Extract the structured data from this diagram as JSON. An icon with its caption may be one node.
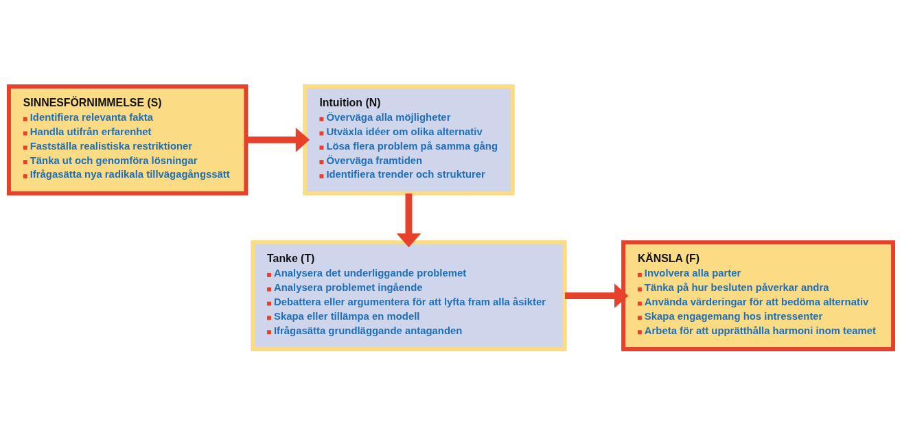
{
  "diagram": {
    "nodes": [
      {
        "text": [
          "SINNESFÖRNIMMELSE (S)",
          "Identifiera relevanta fakta",
          "Handla utifrån erfarenhet",
          "Fastställa realistiska restriktioner",
          "Tänka ut och genomföra lösningar",
          "Ifrågasätta nya radikala tillvägagångssätt"
        ]
      },
      {
        "text": [
          "Intuition (N)",
          "Överväga alla möjligheter",
          "Utväxla idéer om olika alternativ",
          "Lösa flera problem på samma gång",
          "Överväga framtiden",
          "Identifiera trender och strukturer"
        ]
      },
      {
        "text": [
          "Tanke (T)",
          "Analysera det underliggande problemet",
          "Analysera problemet ingående",
          "Debattera eller argumentera för att lyfta fram alla åsikter",
          "Skapa eller tillämpa en modell",
          "Ifrågasätta grundläggande antaganden"
        ]
      },
      {
        "text": [
          "KÄNSLA (F)",
          "Involvera alla parter",
          "Tänka på hur besluten påverkar andra",
          "Använda värderingar för att bedöma alternativ",
          "Skapa engagemang hos intressenter",
          "Arbeta för att upprätthålla harmoni inom teamet"
        ]
      }
    ],
    "edges": [
      {
        "from": 0,
        "to": 1,
        "arrow": "to"
      },
      {
        "from": 1,
        "to": 2,
        "arrow": "to"
      },
      {
        "from": 2,
        "to": 3,
        "arrow": "to"
      }
    ]
  }
}
